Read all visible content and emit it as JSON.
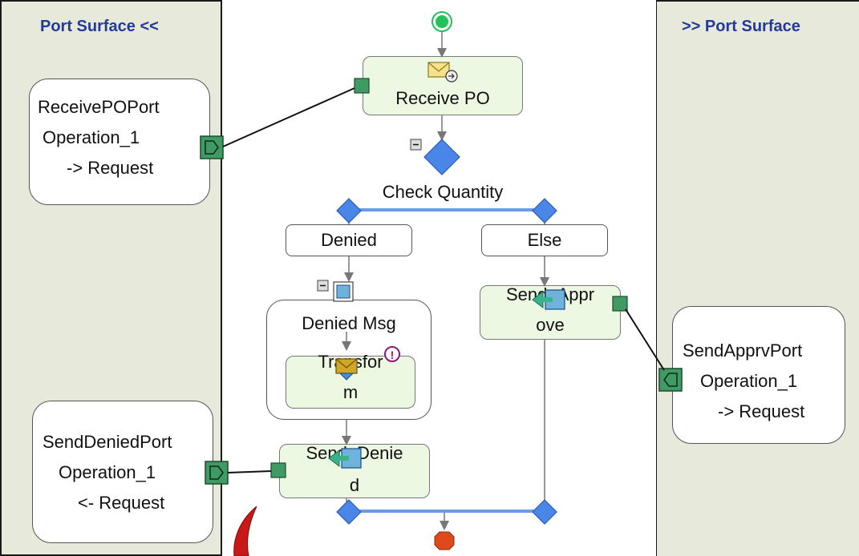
{
  "left_surface": {
    "title": "Port Surface <<",
    "ports": [
      {
        "line1": "ReceivePOPort",
        "line2": "Operation_1",
        "line3": "-> Request"
      },
      {
        "line1": "SendDeniedPort",
        "line2": "Operation_1",
        "line3": "<- Request"
      }
    ]
  },
  "right_surface": {
    "title": ">> Port Surface",
    "ports": [
      {
        "line1": "SendApprvPort",
        "line2": "Operation_1",
        "line3": "-> Request"
      }
    ]
  },
  "orchestration": {
    "receive_shape": "Receive PO",
    "decide_shape": "Check Quantity",
    "branch_left": "Denied",
    "branch_right": "Else",
    "construct_scope": "Denied Msg",
    "transform_line1": "Transfor",
    "transform_line2": "m",
    "send_approve_line1": "Send_Appr",
    "send_approve_line2": "ove",
    "send_denied_line1": "Send_Denie",
    "send_denied_line2": "d",
    "warning_glyph": "!"
  },
  "colors": {
    "start_green": "#22c15a",
    "end_red": "#e04a1a",
    "diamond_blue": "#4a86e8",
    "connector_green": "#3f9a63",
    "branch_line": "#6a9be8",
    "title_blue": "#233a9a"
  },
  "icons": [
    "start-icon",
    "message-envelope-icon",
    "decision-diamond-icon",
    "collapse-icon",
    "construct-icon",
    "transform-icon",
    "send-icon",
    "warning-icon",
    "end-icon",
    "port-connector-icon",
    "annotation-pen-icon"
  ]
}
